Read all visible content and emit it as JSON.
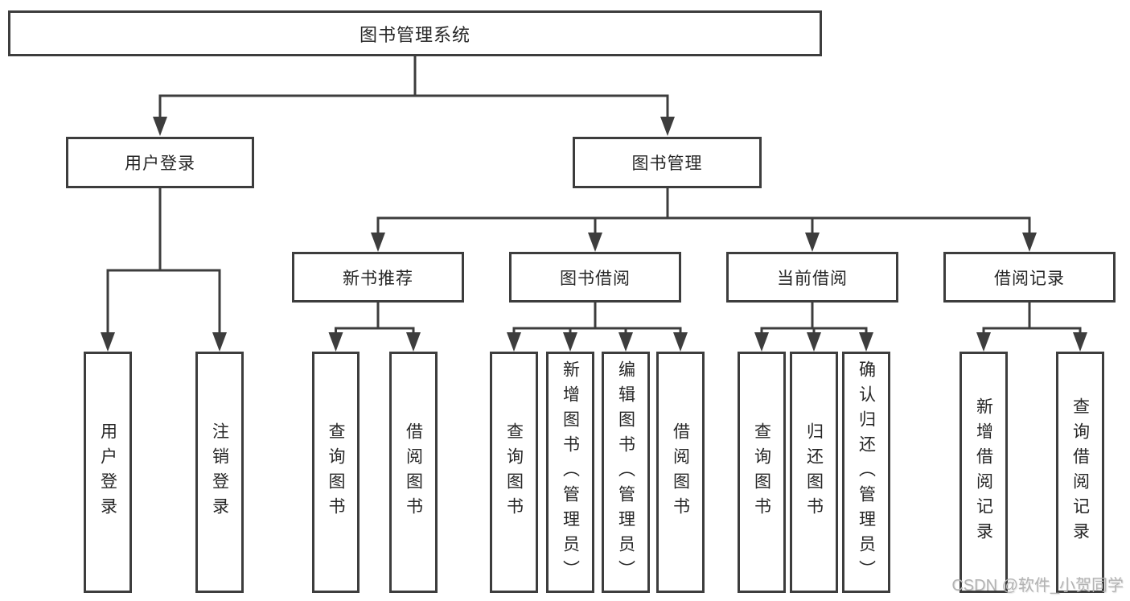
{
  "diagram": {
    "root": {
      "label": "图书管理系统"
    },
    "level2": [
      {
        "label": "用户登录",
        "leaves": [
          {
            "label": "用户登录"
          },
          {
            "label": "注销登录"
          }
        ]
      },
      {
        "label": "图书管理",
        "sections": [
          {
            "label": "新书推荐",
            "leaves": [
              {
                "label": "查询图书"
              },
              {
                "label": "借阅图书"
              }
            ]
          },
          {
            "label": "图书借阅",
            "leaves": [
              {
                "label": "查询图书"
              },
              {
                "label": "新增图书（管理员）"
              },
              {
                "label": "编辑图书（管理员）"
              },
              {
                "label": "借阅图书"
              }
            ]
          },
          {
            "label": "当前借阅",
            "leaves": [
              {
                "label": "查询图书"
              },
              {
                "label": "归还图书"
              },
              {
                "label": "确认归还（管理员）"
              }
            ]
          },
          {
            "label": "借阅记录",
            "leaves": [
              {
                "label": "新增借阅记录"
              },
              {
                "label": "查询借阅记录"
              }
            ]
          }
        ]
      }
    ],
    "colors": {
      "line": "#3d3d3d",
      "text": "#262626",
      "box_background": "#ffffff",
      "watermark_text": "#b3b3b3",
      "page_background": "#ffffff"
    }
  },
  "watermark": {
    "text": "CSDN @软件_小贺同学"
  }
}
